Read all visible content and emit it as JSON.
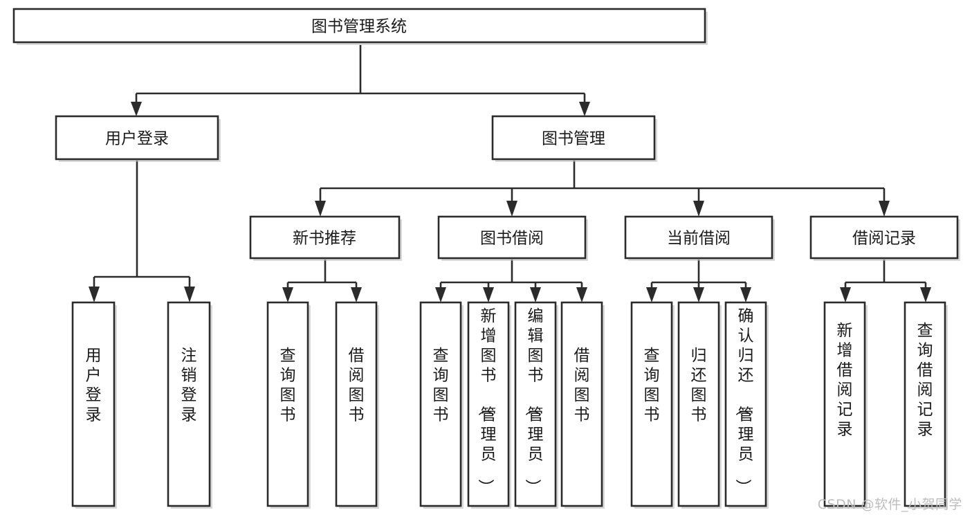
{
  "diagram": {
    "type": "tree-hierarchy-chart",
    "title": "图书管理系统",
    "watermark": "CSDN @软件_小贺同学",
    "colors": {
      "stroke": "#2b2b2b",
      "fill": "#ffffff",
      "text": "#1a1a1a",
      "shadow": "#b9b9b9",
      "watermark": "#bdbdbd"
    },
    "levels": {
      "root": {
        "label": "图书管理系统"
      },
      "level2": [
        {
          "id": "user-login",
          "label": "用户登录"
        },
        {
          "id": "book-manage",
          "label": "图书管理"
        }
      ],
      "level3": [
        {
          "id": "new-book-recommend",
          "label": "新书推荐",
          "parent": "book-manage"
        },
        {
          "id": "book-borrow",
          "label": "图书借阅",
          "parent": "book-manage"
        },
        {
          "id": "current-borrow",
          "label": "当前借阅",
          "parent": "book-manage"
        },
        {
          "id": "borrow-record",
          "label": "借阅记录",
          "parent": "book-manage"
        }
      ],
      "leaves": [
        {
          "id": "leaf-user-login",
          "label": "用户登录",
          "parent": "user-login"
        },
        {
          "id": "leaf-logout-login",
          "label": "注销登录",
          "parent": "user-login"
        },
        {
          "id": "leaf-query-book-1",
          "label": "查询图书",
          "parent": "new-book-recommend"
        },
        {
          "id": "leaf-borrow-book-1",
          "label": "借阅图书",
          "parent": "new-book-recommend"
        },
        {
          "id": "leaf-query-book-2",
          "label": "查询图书",
          "parent": "book-borrow"
        },
        {
          "id": "leaf-add-book",
          "label": "新增图书（管理员）",
          "parent": "book-borrow"
        },
        {
          "id": "leaf-edit-book",
          "label": "编辑图书（管理员）",
          "parent": "book-borrow"
        },
        {
          "id": "leaf-borrow-book-2",
          "label": "借阅图书",
          "parent": "book-borrow"
        },
        {
          "id": "leaf-query-book-3",
          "label": "查询图书",
          "parent": "current-borrow"
        },
        {
          "id": "leaf-return-book",
          "label": "归还图书",
          "parent": "current-borrow"
        },
        {
          "id": "leaf-confirm-return",
          "label": "确认归还（管理员）",
          "parent": "current-borrow"
        },
        {
          "id": "leaf-add-record",
          "label": "新增借阅记录",
          "parent": "borrow-record"
        },
        {
          "id": "leaf-query-record",
          "label": "查询借阅记录",
          "parent": "borrow-record"
        }
      ]
    }
  }
}
